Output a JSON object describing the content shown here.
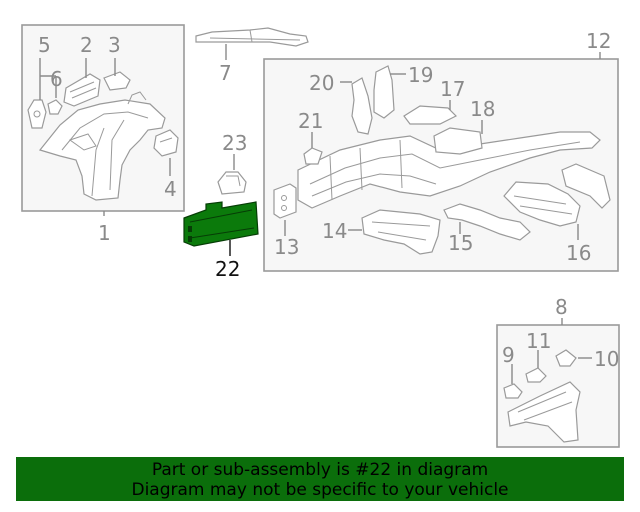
{
  "diagram": {
    "callouts": {
      "c1": "1",
      "c2": "2",
      "c3": "3",
      "c4": "4",
      "c5": "5",
      "c6": "6",
      "c7": "7",
      "c8": "8",
      "c9": "9",
      "c10": "10",
      "c11": "11",
      "c12": "12",
      "c13": "13",
      "c14": "14",
      "c15": "15",
      "c16": "16",
      "c17": "17",
      "c18": "18",
      "c19": "19",
      "c20": "20",
      "c21": "21",
      "c22": "22",
      "c23": "23"
    },
    "highlighted_callout": "22",
    "colors": {
      "highlight_fill": "#0b7a0b",
      "banner_bg": "#0b6e0b",
      "line": "#9a9a9a"
    }
  },
  "banner": {
    "line1": "Part or sub-assembly is #22 in diagram",
    "line2": "Diagram may not be specific to your vehicle"
  }
}
